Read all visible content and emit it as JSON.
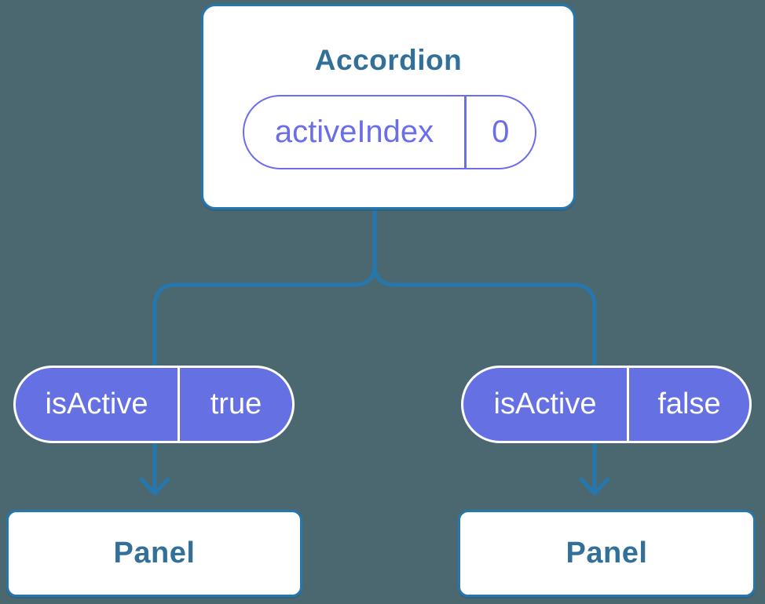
{
  "colors": {
    "background": "#4b6870",
    "line": "#2577ad",
    "node_border": "#2577ad",
    "node_text": "#327099",
    "node_fill": "#ffffff",
    "pill_fill": "#6570e2",
    "pill_border_on_fill": "#ffffff",
    "pill_text_on_fill": "#ffffff",
    "pill_outline": "#6b6de9"
  },
  "root": {
    "title": "Accordion",
    "prop": {
      "name": "activeIndex",
      "value": "0"
    }
  },
  "children": [
    {
      "prop": {
        "name": "isActive",
        "value": "true"
      },
      "panel": {
        "title": "Panel"
      }
    },
    {
      "prop": {
        "name": "isActive",
        "value": "false"
      },
      "panel": {
        "title": "Panel"
      }
    }
  ]
}
